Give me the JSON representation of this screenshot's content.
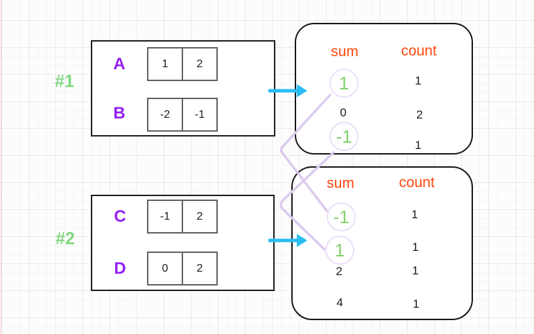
{
  "examples": [
    {
      "label": "#1",
      "arrays": [
        {
          "name": "A",
          "cells": [
            "1",
            "2"
          ]
        },
        {
          "name": "B",
          "cells": [
            "-2",
            "-1"
          ]
        }
      ],
      "table": {
        "headers": {
          "sum": "sum",
          "count": "count"
        },
        "rows": [
          {
            "sum": "1",
            "count": "1",
            "highlighted": true
          },
          {
            "sum": "0",
            "count": "2",
            "highlighted": false
          },
          {
            "sum": "-1",
            "count": "1",
            "highlighted": true
          }
        ]
      }
    },
    {
      "label": "#2",
      "arrays": [
        {
          "name": "C",
          "cells": [
            "-1",
            "2"
          ]
        },
        {
          "name": "D",
          "cells": [
            "0",
            "2"
          ]
        }
      ],
      "table": {
        "headers": {
          "sum": "sum",
          "count": "count"
        },
        "rows": [
          {
            "sum": "-1",
            "count": "1",
            "highlighted": true
          },
          {
            "sum": "1",
            "count": "1",
            "highlighted": true
          },
          {
            "sum": "2",
            "count": "1",
            "highlighted": false
          },
          {
            "sum": "4",
            "count": "1",
            "highlighted": false
          }
        ]
      }
    }
  ],
  "connections": [
    {
      "from_example1_sum": "1",
      "to_example2_sum": "-1"
    },
    {
      "from_example1_sum": "-1",
      "to_example2_sum": "1"
    }
  ],
  "colors": {
    "example_label_green": "#7fd97f",
    "array_name_purple": "#9420f4",
    "header_orange": "#ff470d",
    "highlight_green": "#82d36e",
    "arrow_cyan": "#29bdf2",
    "connector_lavender": "#dccaee"
  }
}
